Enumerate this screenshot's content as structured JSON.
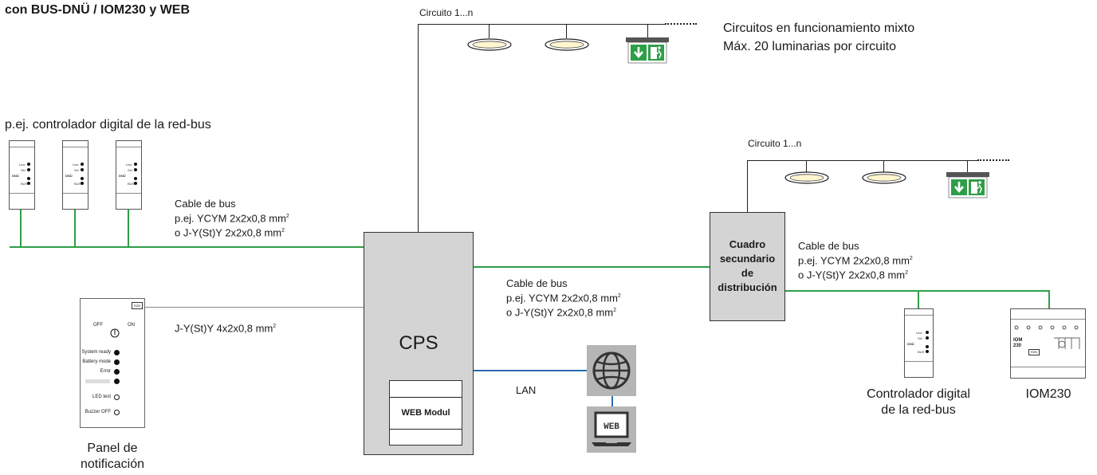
{
  "title": "con BUS-DNÜ / IOM230 y WEB",
  "circuit_top": {
    "label": "Circuito 1...n",
    "mixed_line1": "Circuitos en funcionamiento mixto",
    "mixed_line2": "Máx. 20 luminarias por circuito"
  },
  "circuit_right": {
    "label": "Circuito 1...n"
  },
  "left_controllers": {
    "caption": "p.ej. controlador digital de la red-bus"
  },
  "bus_cable_left": {
    "l1": "Cable de bus",
    "l2": "p.ej. YCYM 2x2x0,8 mm",
    "l3": "o J-Y(St)Y 2x2x0,8 mm",
    "sup": "2"
  },
  "bus_cable_mid": {
    "l1": "Cable de bus",
    "l2": "p.ej. YCYM 2x2x0,8 mm",
    "l3": "o J-Y(St)Y 2x2x0,8 mm",
    "sup": "2"
  },
  "bus_cable_right": {
    "l1": "Cable de bus",
    "l2": "p.ej. YCYM 2x2x0,8 mm",
    "l3": "o J-Y(St)Y 2x2x0,8 mm",
    "sup": "2"
  },
  "panel_cable": {
    "label": "J-Y(St)Y 4x2x0,8 mm",
    "sup": "2"
  },
  "cps": {
    "label": "CPS",
    "web_module": "WEB Modul"
  },
  "lan": {
    "label": "LAN",
    "web_icon": "WEB"
  },
  "subdist": {
    "l1": "Cuadro",
    "l2": "secundario",
    "l3": "de",
    "l4": "distribución"
  },
  "panel": {
    "off": "OFF",
    "on": "ON",
    "system_ready": "System ready",
    "battery_mode": "Battery mode",
    "error": "Error",
    "led_test": "LED test",
    "buzzer_off": "Buzzer OFF",
    "caption1": "Panel de",
    "caption2": "notificación"
  },
  "controller_right": {
    "caption1": "Controlador digital",
    "caption2": "de la red-bus"
  },
  "iom": {
    "caption": "IOM230",
    "name1": "IOM",
    "name2": "230"
  },
  "device_text": {
    "dnu": "DNÜ",
    "bus": "BUS",
    "line": "Line",
    "sel": "Sel",
    "brand": "RZB"
  },
  "colors": {
    "bus": "#2e9e47",
    "lan": "#2b6cb0",
    "line": "#222222",
    "exit_green": "#2e9e47"
  },
  "icons": [
    "globe-icon",
    "laptop-web-icon",
    "exit-sign-icon",
    "ceiling-luminaire-icon",
    "power-button-icon"
  ]
}
